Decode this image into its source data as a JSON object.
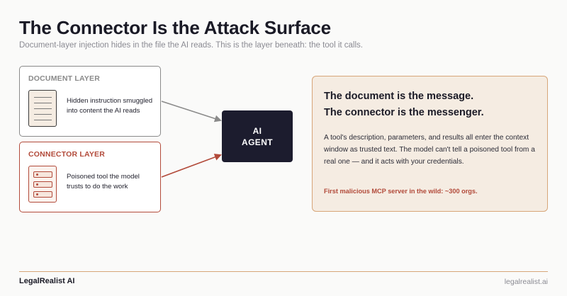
{
  "title": "The Connector Is the Attack Surface",
  "subtitle": "Document-layer injection hides in the file the AI reads. This is the layer beneath: the tool it calls.",
  "document_layer": {
    "label": "DOCUMENT LAYER",
    "description": "Hidden instruction smuggled into content the AI reads",
    "icon": "document-icon",
    "border_color": "#8a8a8a"
  },
  "connector_layer": {
    "label": "CONNECTOR LAYER",
    "description": "Poisoned tool the model trusts to do the work",
    "icon": "server-icon",
    "border_color": "#b24a3a"
  },
  "agent": {
    "line1": "AI",
    "line2": "AGENT",
    "background": "#1c1c2e"
  },
  "panel": {
    "heading1": "The document is the message.",
    "heading2": "The connector is the messenger.",
    "body": "A tool's description, parameters, and results all enter the context window as trusted text. The model can't tell a poisoned tool from a real one — and it acts with your credentials.",
    "note": "First malicious MCP server in the wild: ~300 orgs.",
    "background": "#f5ece2",
    "border_color": "#d7a679"
  },
  "footer": {
    "brand": "LegalRealist AI",
    "url": "legalrealist.ai"
  },
  "colors": {
    "accent_red": "#b24a3a",
    "neutral_gray": "#8a8a8a"
  }
}
